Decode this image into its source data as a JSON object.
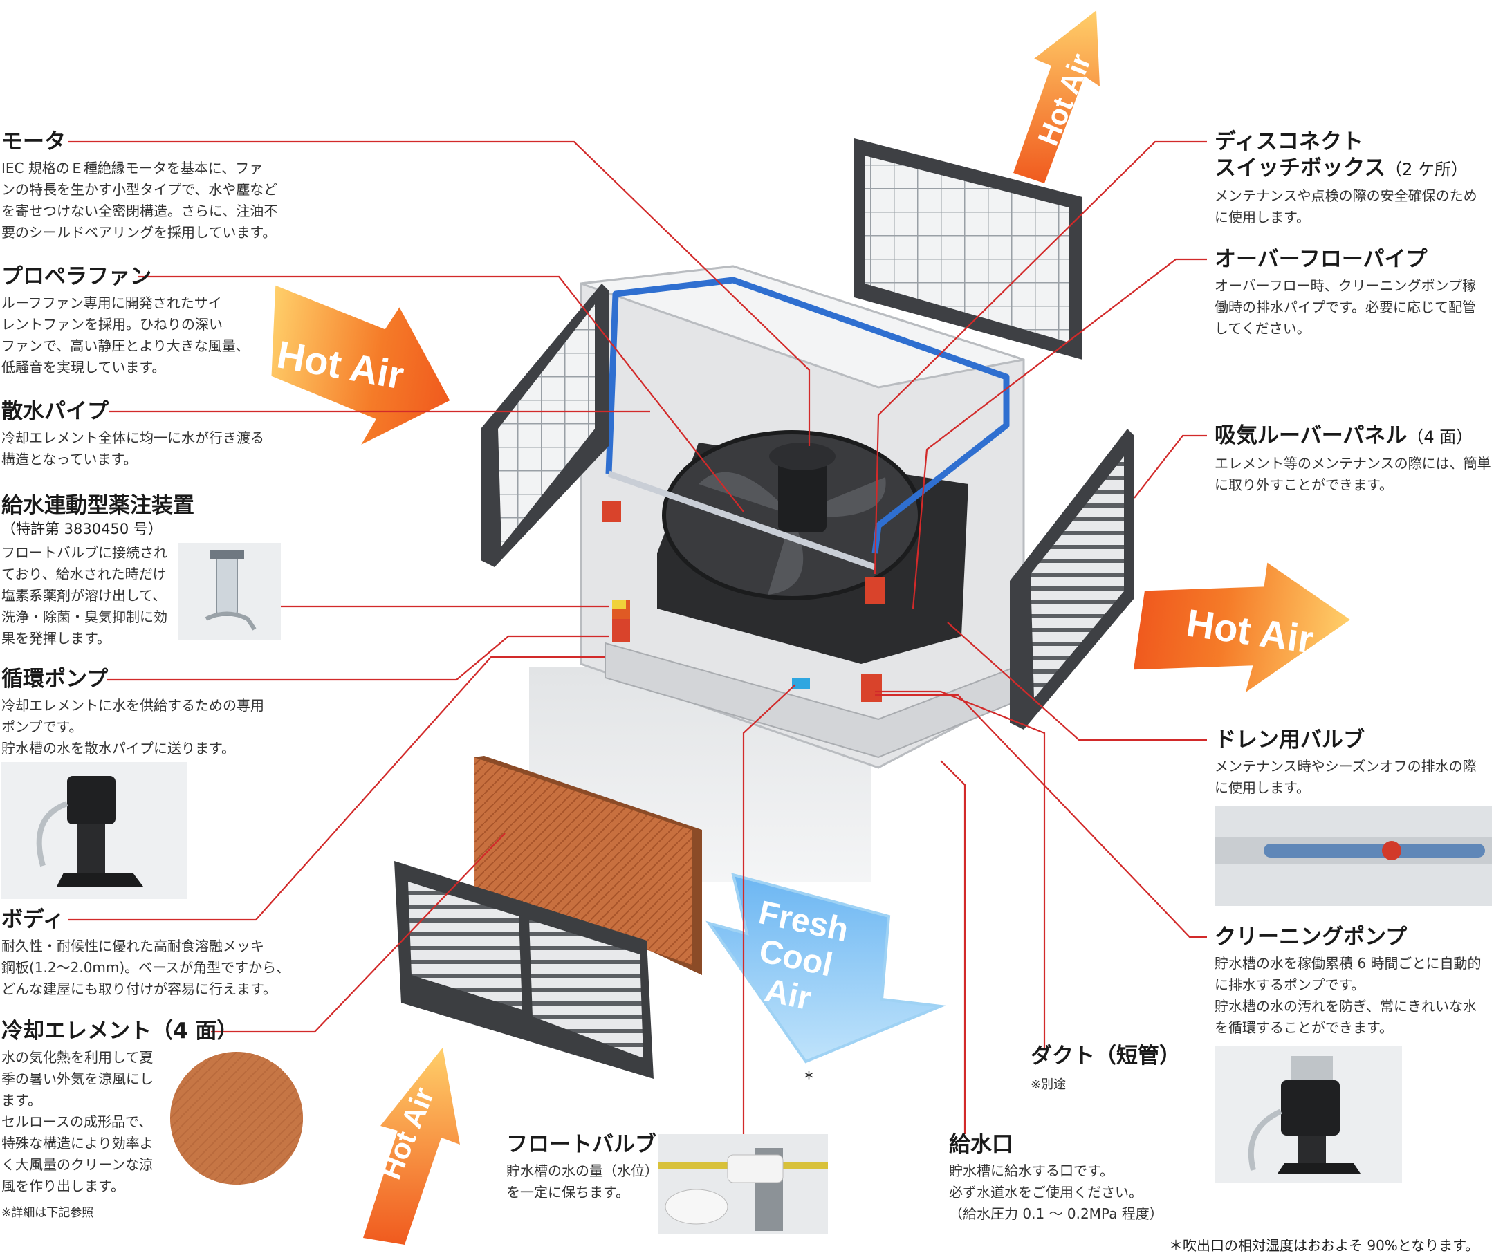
{
  "callouts": {
    "motor": {
      "title": "モータ",
      "lines": [
        "IEC 規格のＥ種絶縁モータを基本に、ファ",
        "ンの特長を生かす小型タイプで、水や塵など",
        "を寄せつけない全密閉構造。さらに、注油不",
        "要のシールドベアリングを採用しています。"
      ]
    },
    "propeller_fan": {
      "title": "プロペラファン",
      "lines": [
        "ルーフファン専用に開発されたサイ",
        "レントファンを採用。ひねりの深い",
        "ファンで、高い静圧とより大きな風量、",
        "低騒音を実現しています。"
      ]
    },
    "spray_pipe": {
      "title": "散水パイプ",
      "lines": [
        "冷却エレメント全体に均一に水が行き渡る",
        "構造となっています。"
      ]
    },
    "chemical_injector": {
      "title": "給水連動型薬注装置",
      "subtitle": "（特許第 3830450 号）",
      "lines": [
        "フロートバルブに接続され",
        "ており、給水された時だけ",
        "塩素系薬剤が溶け出して、",
        "洗浄・除菌・臭気抑制に効",
        "果を発揮します。"
      ]
    },
    "circulation_pump": {
      "title": "循環ポンプ",
      "lines": [
        "冷却エレメントに水を供給するための専用",
        "ポンプです。",
        "貯水槽の水を散水パイプに送ります。"
      ]
    },
    "body": {
      "title": "ボディ",
      "lines": [
        "耐久性・耐候性に優れた高耐食溶融メッキ",
        "鋼板(1.2～2.0mm)。ベースが角型ですから、",
        "どんな建屋にも取り付けが容易に行えます。"
      ]
    },
    "cooling_element": {
      "title": "冷却エレメント（4 面）",
      "lines": [
        "水の気化熱を利用して夏",
        "季の暑い外気を涼風にし",
        "ます。",
        "セルロースの成形品で、",
        "特殊な構造により効率よ",
        "く大風量のクリーンな涼",
        "風を作り出します。"
      ],
      "note": "※詳細は下記参照"
    },
    "float_valve": {
      "title": "フロートバルブ",
      "lines": [
        "貯水槽の水の量（水位）",
        "を一定に保ちます。"
      ]
    },
    "duct": {
      "title": "ダクト（短管）",
      "note": "※別途"
    },
    "water_inlet": {
      "title": "給水口",
      "lines": [
        "貯水槽に給水する口です。",
        "必ず水道水をご使用ください。",
        "（給水圧力 0.1 ～ 0.2MPa 程度）"
      ]
    },
    "disconnect_switch": {
      "title": "ディスコネクト",
      "title2": "スイッチボックス",
      "title2_sub": "（2 ケ所）",
      "lines": [
        "メンテナンスや点検の際の安全確保のため",
        "に使用します。"
      ]
    },
    "overflow_pipe": {
      "title": "オーバーフローパイプ",
      "lines": [
        "オーバーフロー時、クリーニングポンプ稼",
        "働時の排水パイプです。必要に応じて配管",
        "してください。"
      ]
    },
    "intake_louver": {
      "title": "吸気ルーバーパネル",
      "title_sub": "（4 面）",
      "lines": [
        "エレメント等のメンテナンスの際には、簡単",
        "に取り外すことができます。"
      ]
    },
    "drain_valve": {
      "title": "ドレン用バルブ",
      "lines": [
        "メンテナンス時やシーズンオフの排水の際",
        "に使用します。"
      ]
    },
    "cleaning_pump": {
      "title": "クリーニングポンプ",
      "lines": [
        "貯水槽の水を稼働累積 6 時間ごとに自動的",
        "に排水するポンプです。",
        "貯水槽の水の汚れを防ぎ、常にきれいな水",
        "を循環することができます。"
      ]
    }
  },
  "arrows": {
    "hot_air": "Hot Air",
    "fresh_cool_air": [
      "Fresh",
      "Cool",
      "Air"
    ],
    "asterisk": "*"
  },
  "footnote": "＊吹出口の相対湿度はおおよそ 90%となります。",
  "colors": {
    "leader_line": "#d22a2a",
    "hot_air_orange": "#f26a21",
    "cool_air_blue": "#3b8fd9",
    "element_brown": "#c8703f",
    "pipe_blue": "#2f6fd0"
  }
}
